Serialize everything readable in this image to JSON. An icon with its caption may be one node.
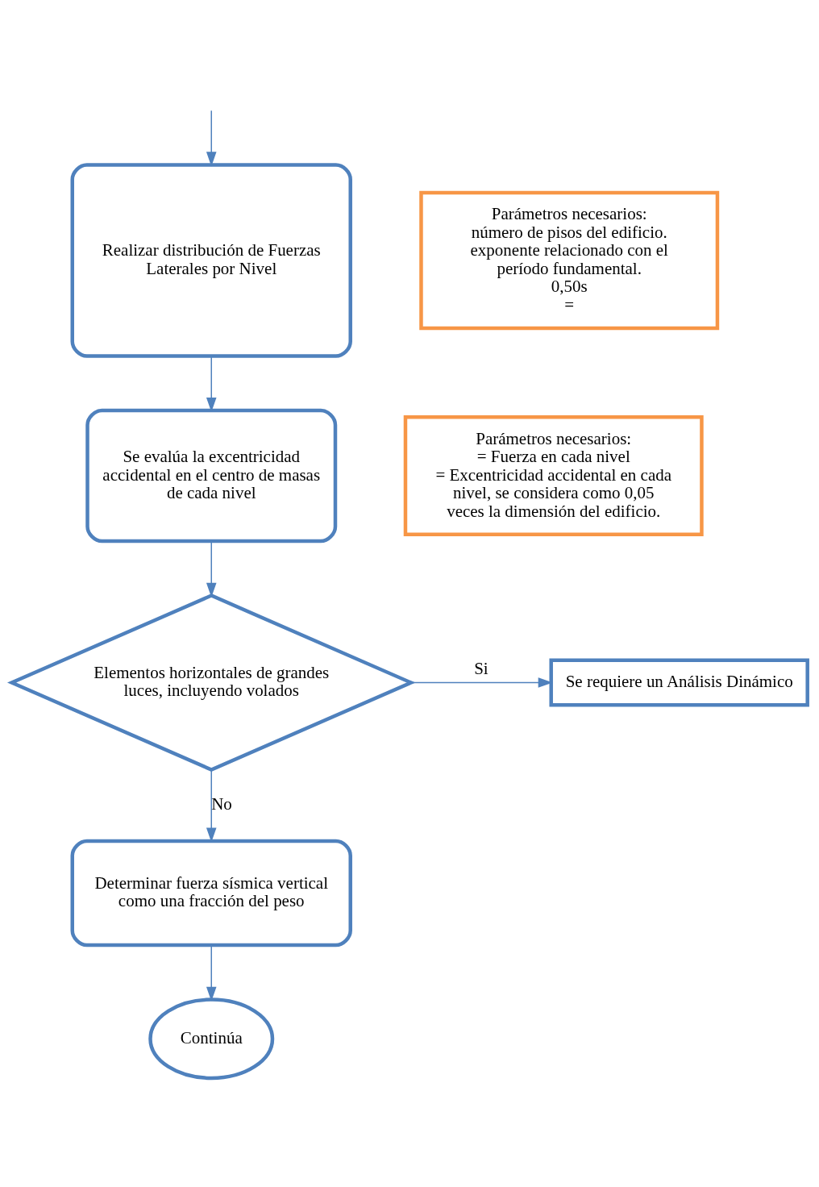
{
  "diagram": {
    "nodes": [
      {
        "text": [
          "Realizar distribución de Fuerzas Laterales por Nivel"
        ]
      },
      {
        "text": [
          "Parámetros necesarios:",
          "número de pisos del edificio.",
          "exponente relacionado con el período fundamental.",
          "0,50s",
          "="
        ]
      },
      {
        "text": [
          "Se evalúa la excentricidad accidental en el centro de masas de cada nivel"
        ]
      },
      {
        "text": [
          "Parámetros necesarios:",
          "= Fuerza en cada nivel",
          "= Excentricidad accidental en cada nivel, se considera como 0,05 veces la dimensión del edificio."
        ]
      },
      {
        "text": [
          "Elementos horizontales de grandes luces, incluyendo volados"
        ]
      },
      {
        "text": [
          "Se requiere un Análisis Dinámico"
        ]
      },
      {
        "text": [
          "Determinar fuerza sísmica vertical como una fracción del peso"
        ]
      },
      {
        "text": [
          "Continúa"
        ]
      }
    ],
    "edges": [
      {
        "from": null,
        "to": 0,
        "arrow": "to"
      },
      {
        "from": 0,
        "to": 2,
        "arrow": "to"
      },
      {
        "from": 2,
        "to": 4,
        "arrow": "to"
      },
      {
        "from": 4,
        "to": 5,
        "arrow": "to",
        "label": "Si"
      },
      {
        "from": 4,
        "to": 6,
        "arrow": "to",
        "label": "No"
      },
      {
        "from": 6,
        "to": 7,
        "arrow": "to"
      }
    ]
  }
}
